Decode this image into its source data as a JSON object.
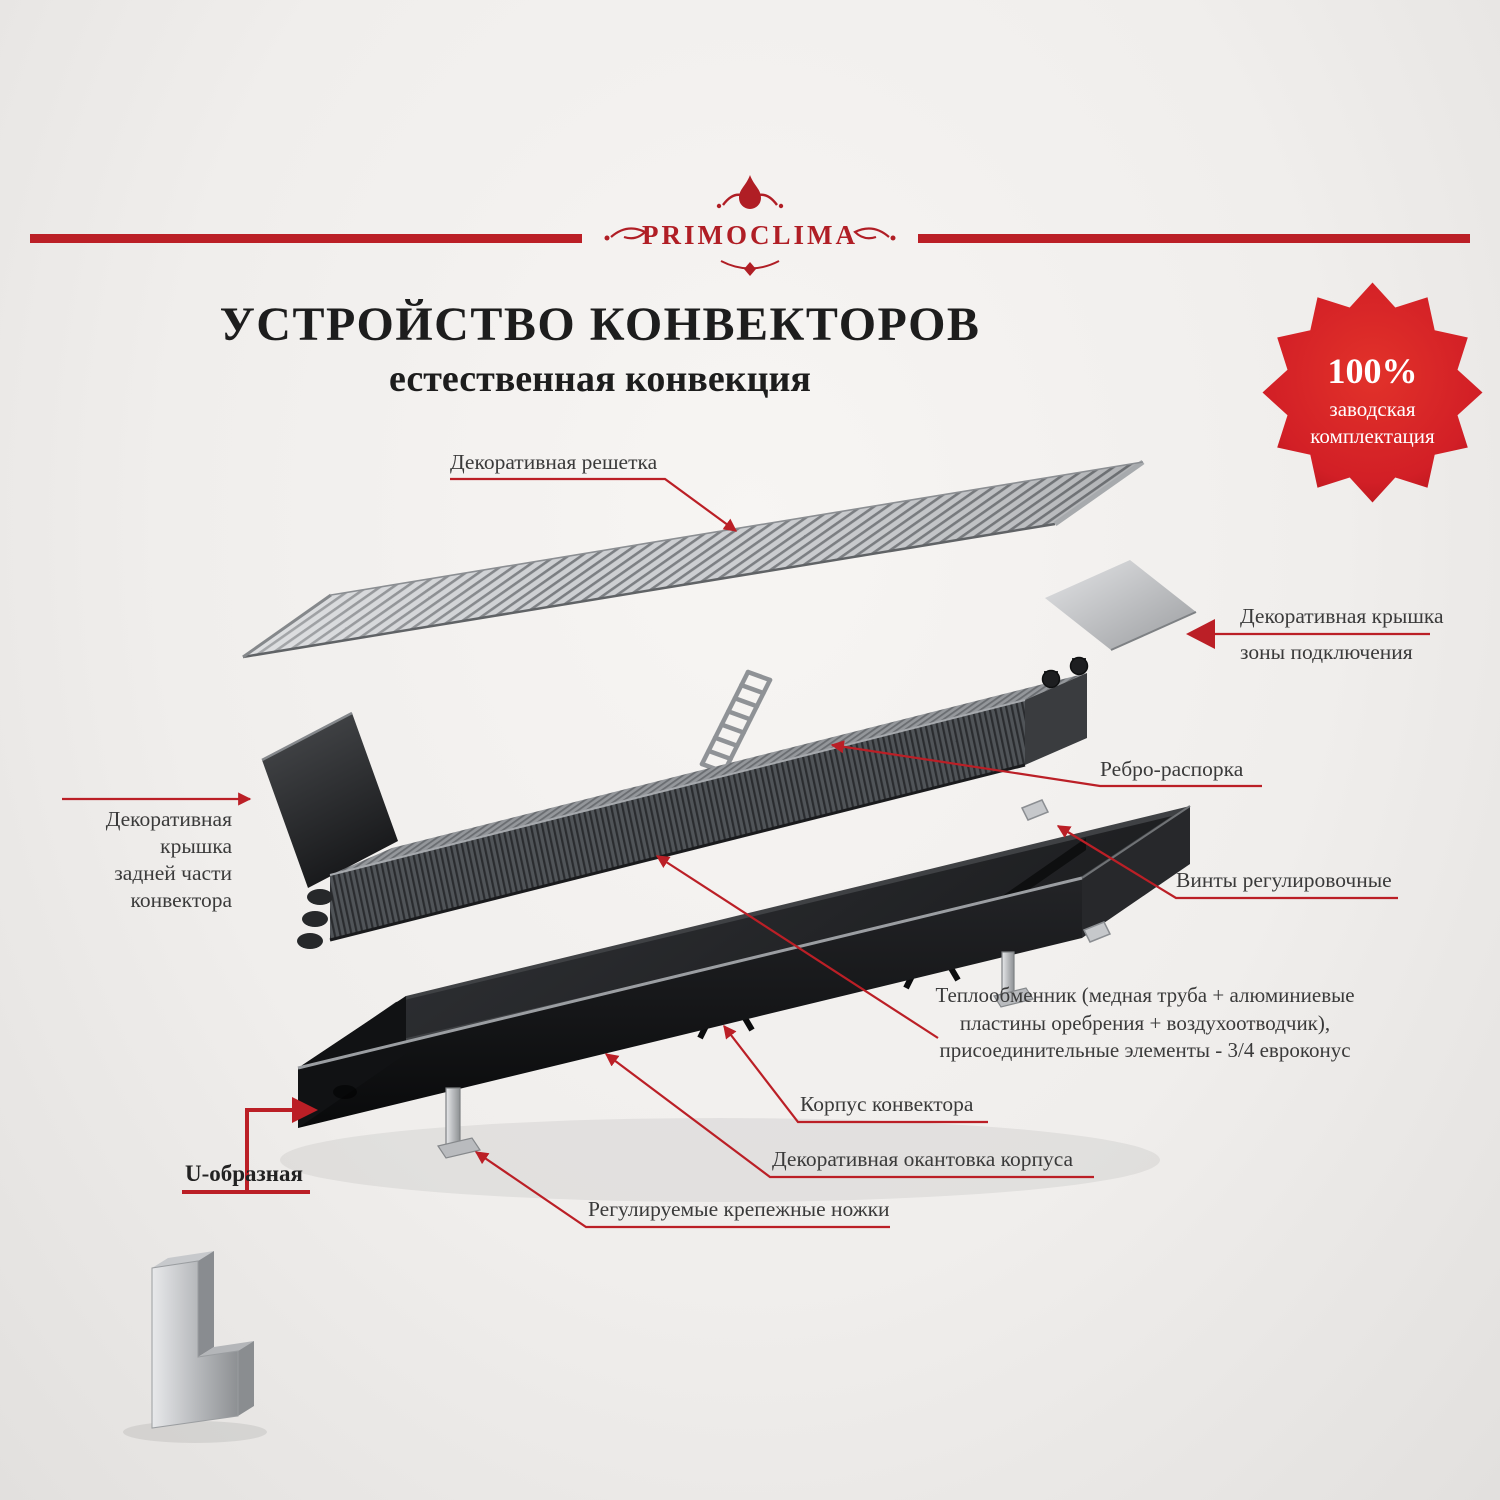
{
  "colors": {
    "accent_red": "#bb1f26",
    "badge_red": "#d21f26",
    "title_text": "#1d1d1d",
    "label_text": "#3a3a3a"
  },
  "header": {
    "brand": "PRIMOCLIMA"
  },
  "title": {
    "main": "УСТРОЙСТВО КОНВЕКТОРОВ",
    "sub": "естественная конвекция"
  },
  "badge": {
    "percent": "100%",
    "line1": "заводская",
    "line2": "комплектация"
  },
  "labels": {
    "grille": "Декоративная решетка",
    "connection_cover": {
      "line1": "Декоративная крышка",
      "line2": "зоны подключения"
    },
    "rib_spacer": "Ребро-распорка",
    "rear_cover": {
      "line1": "Декоративная крышка",
      "line2": "задней части",
      "line3": "конвектора"
    },
    "adjust_screws": "Винты регулировочные",
    "heat_exchanger": {
      "line1": "Теплообменник (медная труба + алюминиевые",
      "line2": "пластины оребрения + воздухоотводчик),",
      "line3": "присоединительные элементы - 3/4 евроконус"
    },
    "body": "Корпус конвектора",
    "edging": "Декоративная окантовка корпуса",
    "legs": "Регулируемые крепежные ножки",
    "u_shape": "U-образная"
  }
}
